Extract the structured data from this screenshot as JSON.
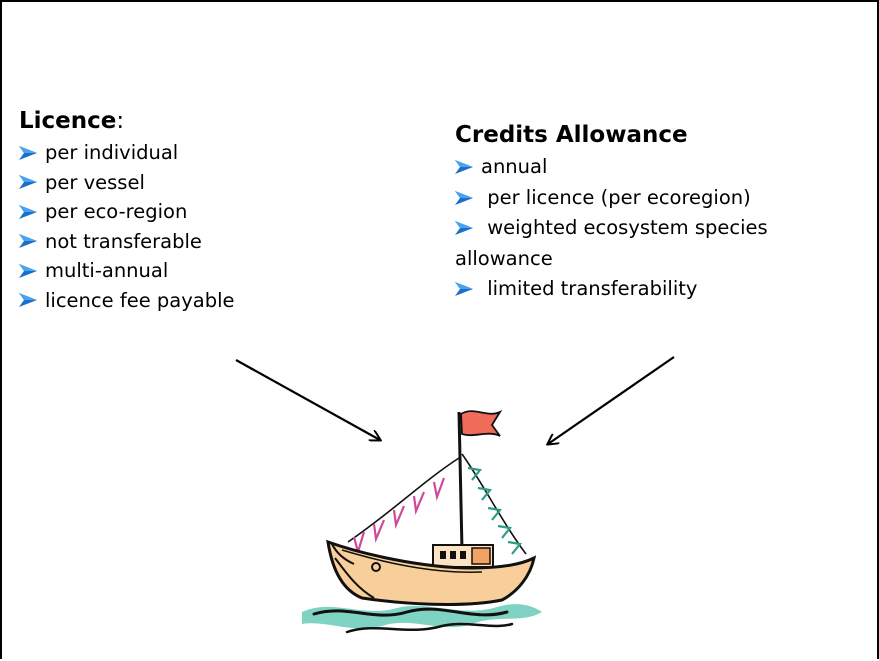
{
  "licence": {
    "title": "Licence",
    "title_suffix": ":",
    "items": [
      "per individual",
      "per vessel",
      "per eco-region",
      "not transferable",
      "multi-annual",
      "licence fee payable"
    ]
  },
  "credits": {
    "title": "Credits Allowance",
    "items": [
      "annual",
      " per licence (per ecoregion)",
      " weighted ecosystem species",
      " limited transferability"
    ],
    "item3_continuation": "allowance"
  },
  "colors": {
    "bullet": "#1a6fc7",
    "arrow": "#000000",
    "hull": "#f8cf9a",
    "flag": "#ef6b5a",
    "water": "#7fd3c3",
    "bunting_pink": "#d04a9a",
    "bunting_teal": "#2a9d84"
  },
  "icons": [
    "arrow-bullet-icon",
    "boat-icon"
  ]
}
